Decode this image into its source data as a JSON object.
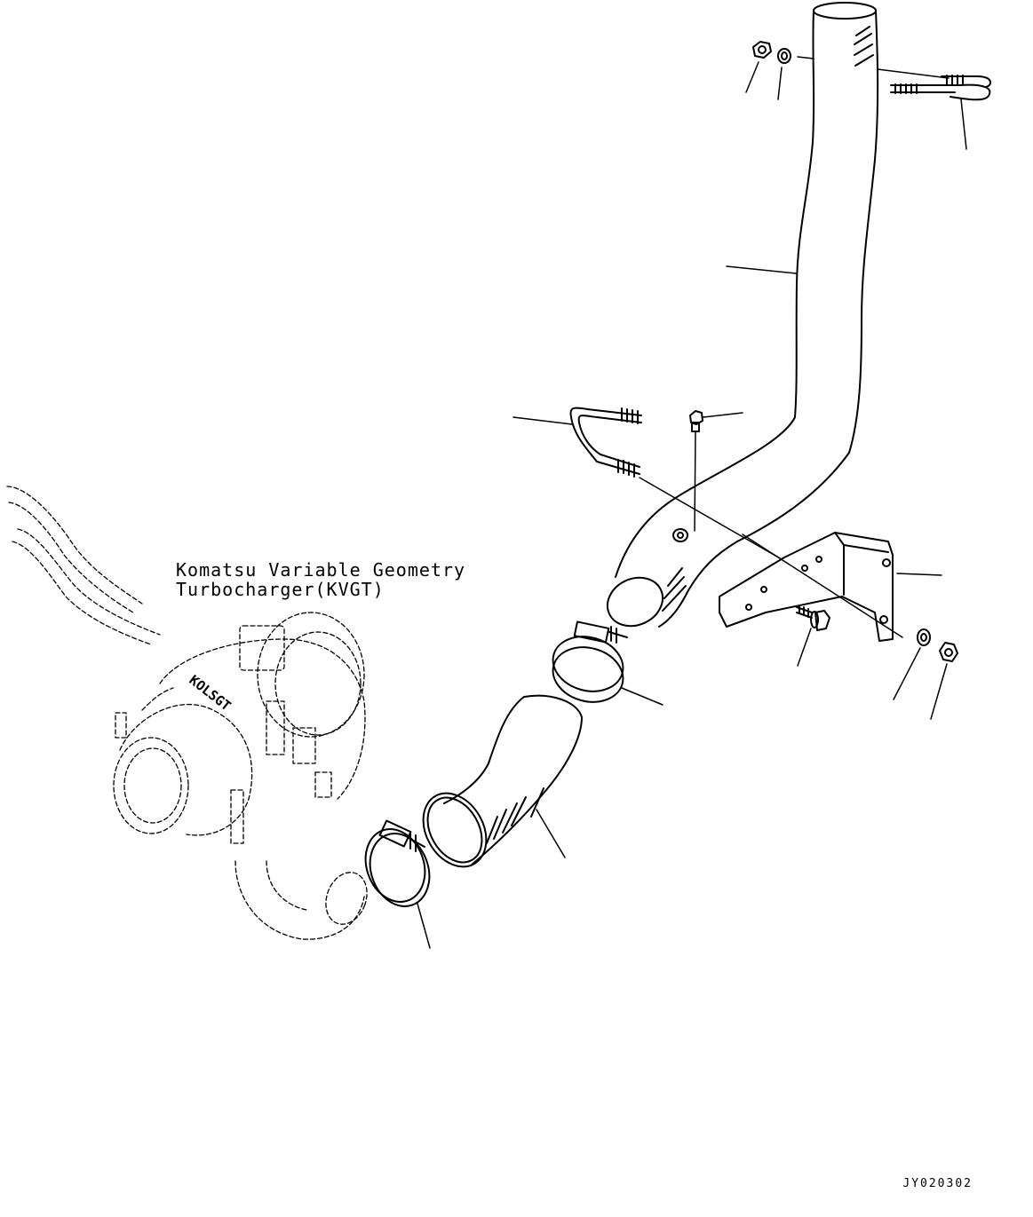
{
  "annotation": {
    "line1": "Komatsu Variable Geometry",
    "line2": "Turbocharger(KVGT)"
  },
  "drawing_code": "JY020302",
  "turbo_casting_text": "KOLSGT",
  "colors": {
    "ink": "#000000",
    "background": "#ffffff"
  },
  "parts": [
    {
      "name": "exhaust-stack-pipe"
    },
    {
      "name": "u-bolt-upper"
    },
    {
      "name": "u-bolt-lower"
    },
    {
      "name": "nut-upper"
    },
    {
      "name": "washer-upper"
    },
    {
      "name": "grease-fitting"
    },
    {
      "name": "mounting-bracket"
    },
    {
      "name": "flange-bolt"
    },
    {
      "name": "washer-lower"
    },
    {
      "name": "nut-lower"
    },
    {
      "name": "hose-clamp-upper"
    },
    {
      "name": "flexible-hose"
    },
    {
      "name": "hose-clamp-lower"
    },
    {
      "name": "turbocharger"
    }
  ]
}
